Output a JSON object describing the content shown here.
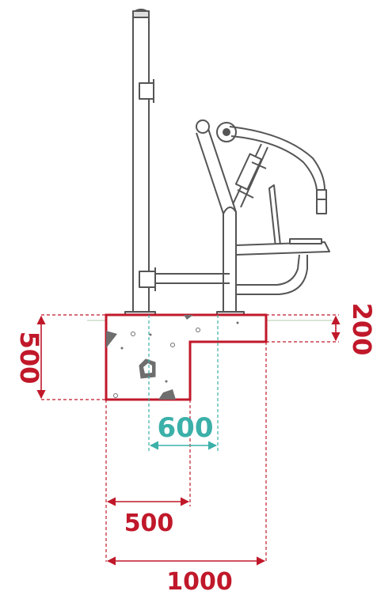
{
  "dimensions": {
    "height_total": "500",
    "height_footing": "200",
    "width_post_spacing": "600",
    "width_step": "500",
    "width_total": "1000"
  },
  "colors": {
    "equipment_line": "#555555",
    "foundation_red": "#c0182a",
    "dimension_red": "#c0182a",
    "dimension_teal": "#3bb0a8",
    "concrete_grey": "#6e6e6e"
  },
  "icons": {
    "equipment": "outdoor-fitness-machine",
    "foundation": "concrete-foundation"
  }
}
